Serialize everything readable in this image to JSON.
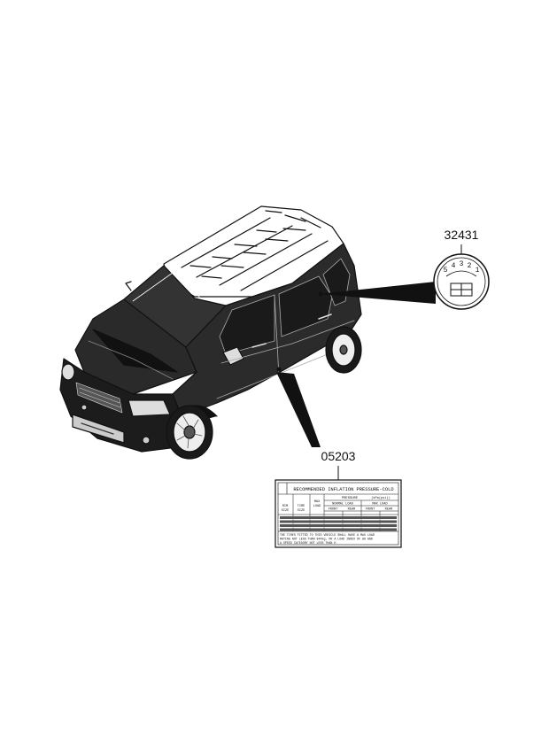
{
  "callouts": {
    "gear_label": "32431",
    "tire_label": "05203"
  },
  "shift_pattern": {
    "positions": [
      "5",
      "4",
      "3",
      "2",
      "1"
    ]
  },
  "tire_label": {
    "title": "RECOMMENDED INFLATION PRESSURE-COLD",
    "rim_header": "RIM",
    "rim_header2": "SIZE",
    "tire_header": "TIRE",
    "tire_header2": "SIZE",
    "load_header": "MAX",
    "load_header2": "LOAD",
    "pressure_header": "PRESSURE",
    "unit_header": "(kPa(psi))",
    "normal_load": "NORMAL LOAD",
    "max_load": "MAX LOAD",
    "front": "FRONT",
    "rear": "REAR",
    "footnote1": "THE TIRES FITTED TO THIS VEHICLE SHALL HAVE A MAX LOAD",
    "footnote2": "RATING NOT LESS THAN 844kg, OR A LOAD INDEX OF 88 AND",
    "footnote3": "A SPEED CATEGORY NOT LESS THAN H"
  }
}
